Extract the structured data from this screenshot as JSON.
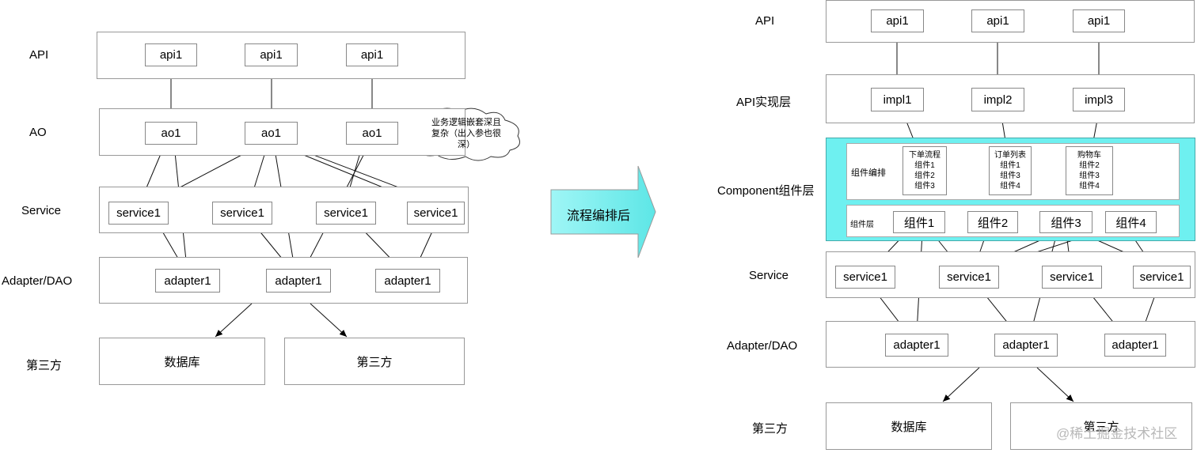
{
  "left": {
    "labels": {
      "api": "API",
      "ao": "AO",
      "service": "Service",
      "adapter": "Adapter/DAO",
      "third": "第三方"
    },
    "api_boxes": [
      "api1",
      "api1",
      "api1"
    ],
    "ao_boxes": [
      "ao1",
      "ao1",
      "ao1"
    ],
    "service_boxes": [
      "service1",
      "service1",
      "service1",
      "service1"
    ],
    "adapter_boxes": [
      "adapter1",
      "adapter1",
      "adapter1"
    ],
    "bottom": {
      "db": "数据库",
      "third": "第三方"
    },
    "note": {
      "line1": "业务逻辑嵌套深且",
      "line2": "复杂（出入参也很",
      "line3": "深）"
    }
  },
  "middle_arrow_label": "流程编排后",
  "right": {
    "labels": {
      "api": "API",
      "impl": "API实现层",
      "component": "Component组件层",
      "service": "Service",
      "adapter": "Adapter/DAO",
      "third": "第三方"
    },
    "api_boxes": [
      "api1",
      "api1",
      "api1"
    ],
    "impl_boxes": [
      "impl1",
      "impl2",
      "impl3"
    ],
    "orchestration_label": "组件编排",
    "orchestration": [
      {
        "title": "下单流程",
        "items": [
          "组件1",
          "组件2",
          "组件3"
        ]
      },
      {
        "title": "订单列表",
        "items": [
          "组件1",
          "组件3",
          "组件4"
        ]
      },
      {
        "title": "购物车",
        "items": [
          "组件2",
          "组件3",
          "组件4"
        ]
      }
    ],
    "component_layer_label": "组件层",
    "component_boxes": [
      "组件1",
      "组件2",
      "组件3",
      "组件4"
    ],
    "service_boxes": [
      "service1",
      "service1",
      "service1",
      "service1"
    ],
    "adapter_boxes": [
      "adapter1",
      "adapter1",
      "adapter1"
    ],
    "bottom": {
      "db": "数据库",
      "third": "第三方"
    }
  },
  "watermark": "@稀土掘金技术社区",
  "colors": {
    "component_layer": "#6ef0f0",
    "arrow_fill": "#6ef0f0"
  }
}
